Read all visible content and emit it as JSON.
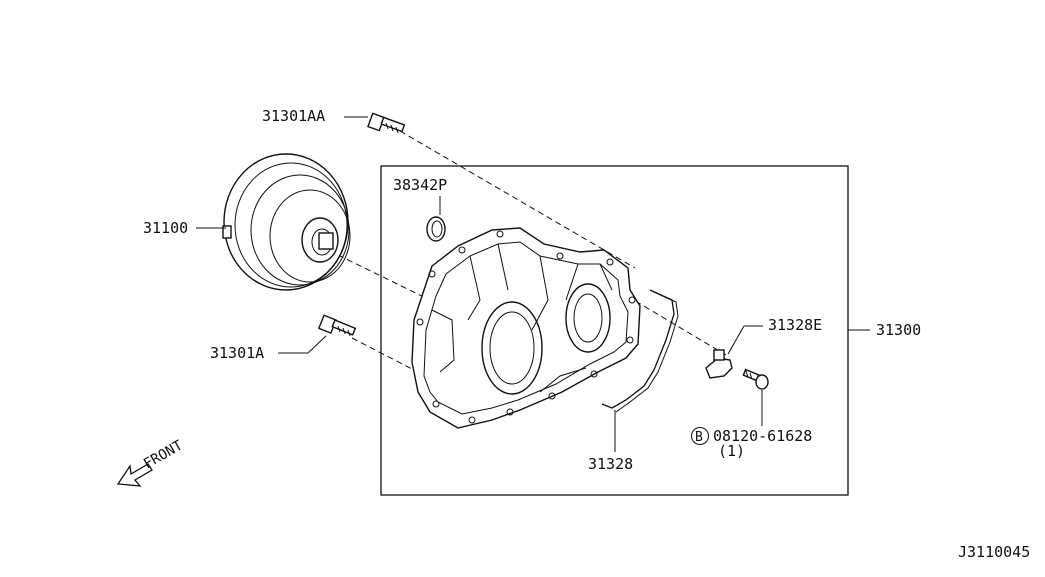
{
  "labels": {
    "bolt_aa": "31301AA",
    "torque_converter": "31100",
    "bolt_a": "31301A",
    "oil_seal": "38342P",
    "bracket_e": "31328E",
    "case_assembly": "31300",
    "bracket": "31328",
    "b_marker": "B",
    "fastener": "08120-61628",
    "fastener_qty": "(1)",
    "front": "FRONT",
    "diagram_code": "J3110045"
  }
}
